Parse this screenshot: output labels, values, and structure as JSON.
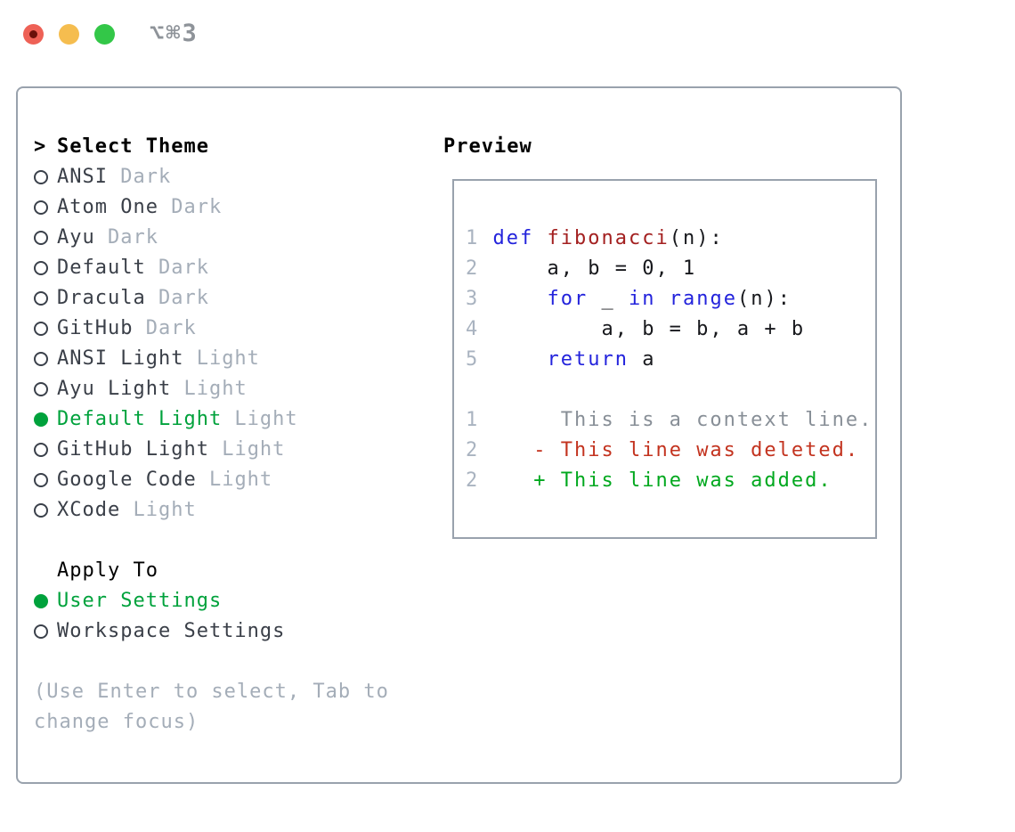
{
  "titlebar": {
    "title": "⌥⌘3"
  },
  "colors": {
    "accent_green": "#00a23c",
    "keyword_blue": "#2323dc",
    "function_red": "#a32020",
    "deleted_red": "#c3331f",
    "added_green": "#00a81e",
    "muted_gray": "#a4adb8",
    "context_gray": "#888f97",
    "linenum_gray": "#a9b3c0",
    "text_dark": "#3a3f48",
    "border_gray": "#99a2ad",
    "title_gray": "#8e9399",
    "traffic_red": "#ee6156",
    "traffic_red_dot": "#69100a",
    "traffic_yellow": "#f5bd4f",
    "traffic_green": "#33c748"
  },
  "theme_picker": {
    "cursor": ">",
    "header": "Select Theme",
    "items": [
      {
        "name": "ANSI",
        "tag": "Dark",
        "selected": false
      },
      {
        "name": "Atom One",
        "tag": "Dark",
        "selected": false
      },
      {
        "name": "Ayu",
        "tag": "Dark",
        "selected": false
      },
      {
        "name": "Default",
        "tag": "Dark",
        "selected": false
      },
      {
        "name": "Dracula",
        "tag": "Dark",
        "selected": false
      },
      {
        "name": "GitHub",
        "tag": "Dark",
        "selected": false
      },
      {
        "name": "ANSI Light",
        "tag": "Light",
        "selected": false
      },
      {
        "name": "Ayu Light",
        "tag": "Light",
        "selected": false
      },
      {
        "name": "Default Light",
        "tag": "Light",
        "selected": true
      },
      {
        "name": "GitHub Light",
        "tag": "Light",
        "selected": false
      },
      {
        "name": "Google Code",
        "tag": "Light",
        "selected": false
      },
      {
        "name": "XCode",
        "tag": "Light",
        "selected": false
      }
    ],
    "apply_to": {
      "header": "Apply To",
      "options": [
        {
          "label": "User Settings",
          "selected": true
        },
        {
          "label": "Workspace Settings",
          "selected": false
        }
      ]
    },
    "hint_lines": [
      "(Use Enter to select, Tab to",
      "change focus)"
    ]
  },
  "preview": {
    "title": "Preview",
    "lines": [
      {
        "segments": [
          {
            "t": "1 ",
            "c": "num"
          },
          {
            "t": "def",
            "c": "kw"
          },
          {
            "t": " ",
            "c": "plain"
          },
          {
            "t": "fibonacci",
            "c": "fn"
          },
          {
            "t": "(n):",
            "c": "plain"
          }
        ]
      },
      {
        "segments": [
          {
            "t": "2 ",
            "c": "num"
          },
          {
            "t": "    a, b = 0, 1",
            "c": "plain"
          }
        ]
      },
      {
        "segments": [
          {
            "t": "3 ",
            "c": "num"
          },
          {
            "t": "    ",
            "c": "plain"
          },
          {
            "t": "for",
            "c": "kw"
          },
          {
            "t": " _ ",
            "c": "plain"
          },
          {
            "t": "in",
            "c": "kw"
          },
          {
            "t": " ",
            "c": "plain"
          },
          {
            "t": "range",
            "c": "kw"
          },
          {
            "t": "(n):",
            "c": "plain"
          }
        ]
      },
      {
        "segments": [
          {
            "t": "4 ",
            "c": "num"
          },
          {
            "t": "        a, b = b, a + b",
            "c": "plain"
          }
        ]
      },
      {
        "segments": [
          {
            "t": "5 ",
            "c": "num"
          },
          {
            "t": "    ",
            "c": "plain"
          },
          {
            "t": "return",
            "c": "kw"
          },
          {
            "t": " a",
            "c": "plain"
          }
        ]
      },
      {
        "segments": []
      },
      {
        "segments": [
          {
            "t": "1 ",
            "c": "num"
          },
          {
            "t": "     This is a context line.",
            "c": "ctx"
          }
        ]
      },
      {
        "segments": [
          {
            "t": "2 ",
            "c": "num"
          },
          {
            "t": "   ",
            "c": "plain"
          },
          {
            "t": "- This line was deleted.",
            "c": "del"
          }
        ]
      },
      {
        "segments": [
          {
            "t": "2 ",
            "c": "num"
          },
          {
            "t": "   ",
            "c": "plain"
          },
          {
            "t": "+ This line was added.",
            "c": "add"
          }
        ]
      }
    ]
  }
}
